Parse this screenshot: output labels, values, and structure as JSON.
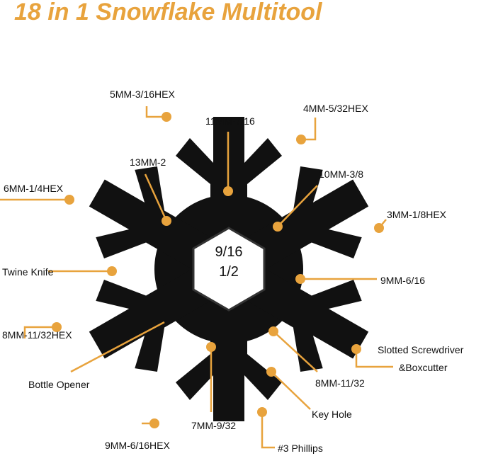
{
  "title": "18 in 1 Snowflake Multitool",
  "center": {
    "top": "9/16",
    "bottom": "1/2"
  },
  "accent_color": "#E8A33D",
  "tool_color": "#111111",
  "labels": [
    "5MM-3/16HEX",
    "11MM-7/16",
    "4MM-5/32HEX",
    "13MM-2",
    "10MM-3/8",
    "6MM-1/4HEX",
    "3MM-1/8HEX",
    "Twine Knife",
    "9MM-6/16",
    "8MM-11/32HEX",
    "Slotted Screwdriver",
    "&Boxcutter",
    "Bottle Opener",
    "7MM-9/32",
    "8MM-11/32",
    "Key Hole",
    "9MM-6/16HEX",
    "#3 Phillips"
  ]
}
